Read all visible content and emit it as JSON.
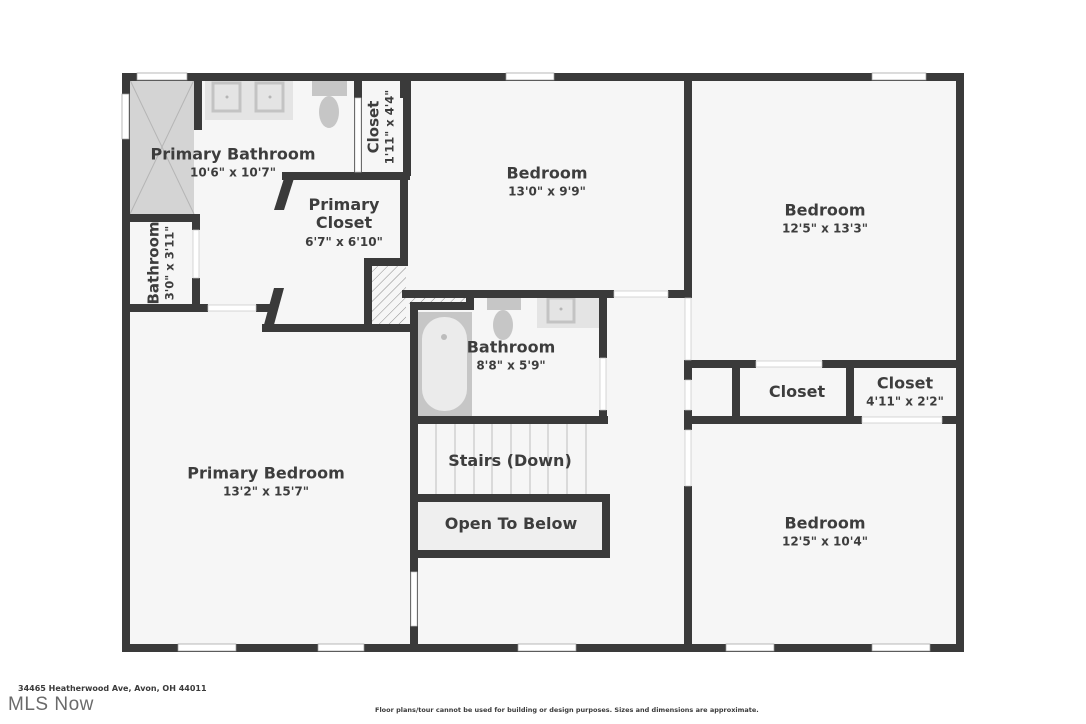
{
  "plan": {
    "colors": {
      "wall": "#3a3a3a",
      "floor": "#f6f6f6",
      "fixture": "#c9c9c9",
      "window": "#ffffff",
      "open_area": "#efefef"
    },
    "rooms": [
      {
        "id": "primary-bathroom",
        "name": "Primary Bathroom",
        "dimensions": "10'6\" x 10'7\""
      },
      {
        "id": "closet-small",
        "name": "Closet",
        "dimensions": "1'11\" x 4'4\""
      },
      {
        "id": "bedroom-top-middle",
        "name": "Bedroom",
        "dimensions": "13'0\" x 9'9\""
      },
      {
        "id": "bedroom-top-right",
        "name": "Bedroom",
        "dimensions": "12'5\" x 13'3\""
      },
      {
        "id": "primary-closet",
        "name": "Primary\nCloset",
        "name_line1": "Primary",
        "name_line2": "Closet",
        "dimensions": "6'7\" x 6'10\""
      },
      {
        "id": "bathroom-small",
        "name": "Bathroom",
        "dimensions": "3'0\" x 3'11\""
      },
      {
        "id": "bathroom-hall",
        "name": "Bathroom",
        "dimensions": "8'8\" x 5'9\""
      },
      {
        "id": "closet-hall-1",
        "name": "Closet",
        "dimensions": ""
      },
      {
        "id": "closet-hall-2",
        "name": "Closet",
        "dimensions": "4'11\" x 2'2\""
      },
      {
        "id": "stairs",
        "name": "Stairs (Down)",
        "dimensions": ""
      },
      {
        "id": "open-to-below",
        "name": "Open To Below",
        "dimensions": ""
      },
      {
        "id": "primary-bedroom",
        "name": "Primary Bedroom",
        "dimensions": "13'2\" x 15'7\""
      },
      {
        "id": "bedroom-bottom-right",
        "name": "Bedroom",
        "dimensions": "12'5\" x 10'4\""
      }
    ]
  },
  "footer": {
    "address": "34465 Heatherwood Ave, Avon, OH 44011",
    "logo": "MLS Now",
    "disclaimer": "Floor plans/tour cannot be used for building or design purposes. Sizes and dimensions are approximate."
  }
}
